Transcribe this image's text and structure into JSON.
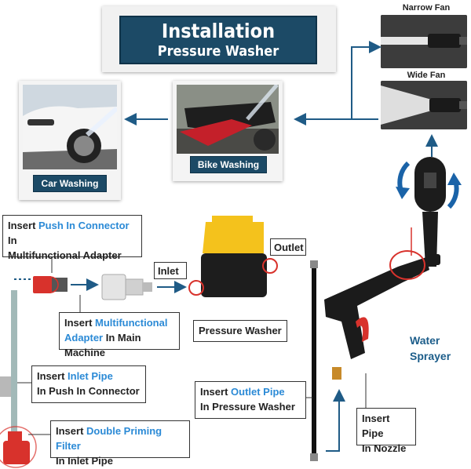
{
  "title": {
    "line1": "Installation",
    "line2": "Pressure Washer"
  },
  "fans": {
    "narrow": "Narrow Fan",
    "wide": "Wide Fan"
  },
  "captions": {
    "car": "Car Washing",
    "bike": "Bike Washing"
  },
  "labels": {
    "push_connector": {
      "a": "Insert ",
      "b": "Push In Connector",
      "c": " In",
      "d": "Multifunctional Adapter"
    },
    "multi_adapter": {
      "a": "Insert ",
      "b": "Multifunctional",
      "c": "Adapter",
      "d": " In Main Machine"
    },
    "inlet_pipe": {
      "a": "Insert ",
      "b": "Inlet Pipe",
      "c": "In Push In Connector"
    },
    "priming_filter": {
      "a": "Insert ",
      "b": "Double Priming Filter",
      "c": "In Inlet Pipe"
    },
    "outlet_pipe": {
      "a": "Insert ",
      "b": "Outlet Pipe",
      "c": "In Pressure Washer"
    },
    "insert_pipe": {
      "a": "Insert Pipe",
      "b": "In Nozzle"
    },
    "pressure_washer": "Pressure Washer",
    "inlet": "Inlet",
    "outlet": "Outlet",
    "water_sprayer": {
      "a": "Water",
      "b": "Sprayer"
    }
  },
  "colors": {
    "navy": "#1c4a66",
    "arrow_blue": "#1f5b86",
    "highlight": "#2b8ad6",
    "yellow": "#f4c21c",
    "red": "#d8322c"
  },
  "icons": [
    "arrow-icon",
    "car-photo",
    "bike-photo",
    "fan-nozzle-photo",
    "connector-icon",
    "adapter-icon",
    "pump-icon",
    "spray-gun-icon",
    "nozzle-icon",
    "filter-icon",
    "faucet-icon"
  ]
}
